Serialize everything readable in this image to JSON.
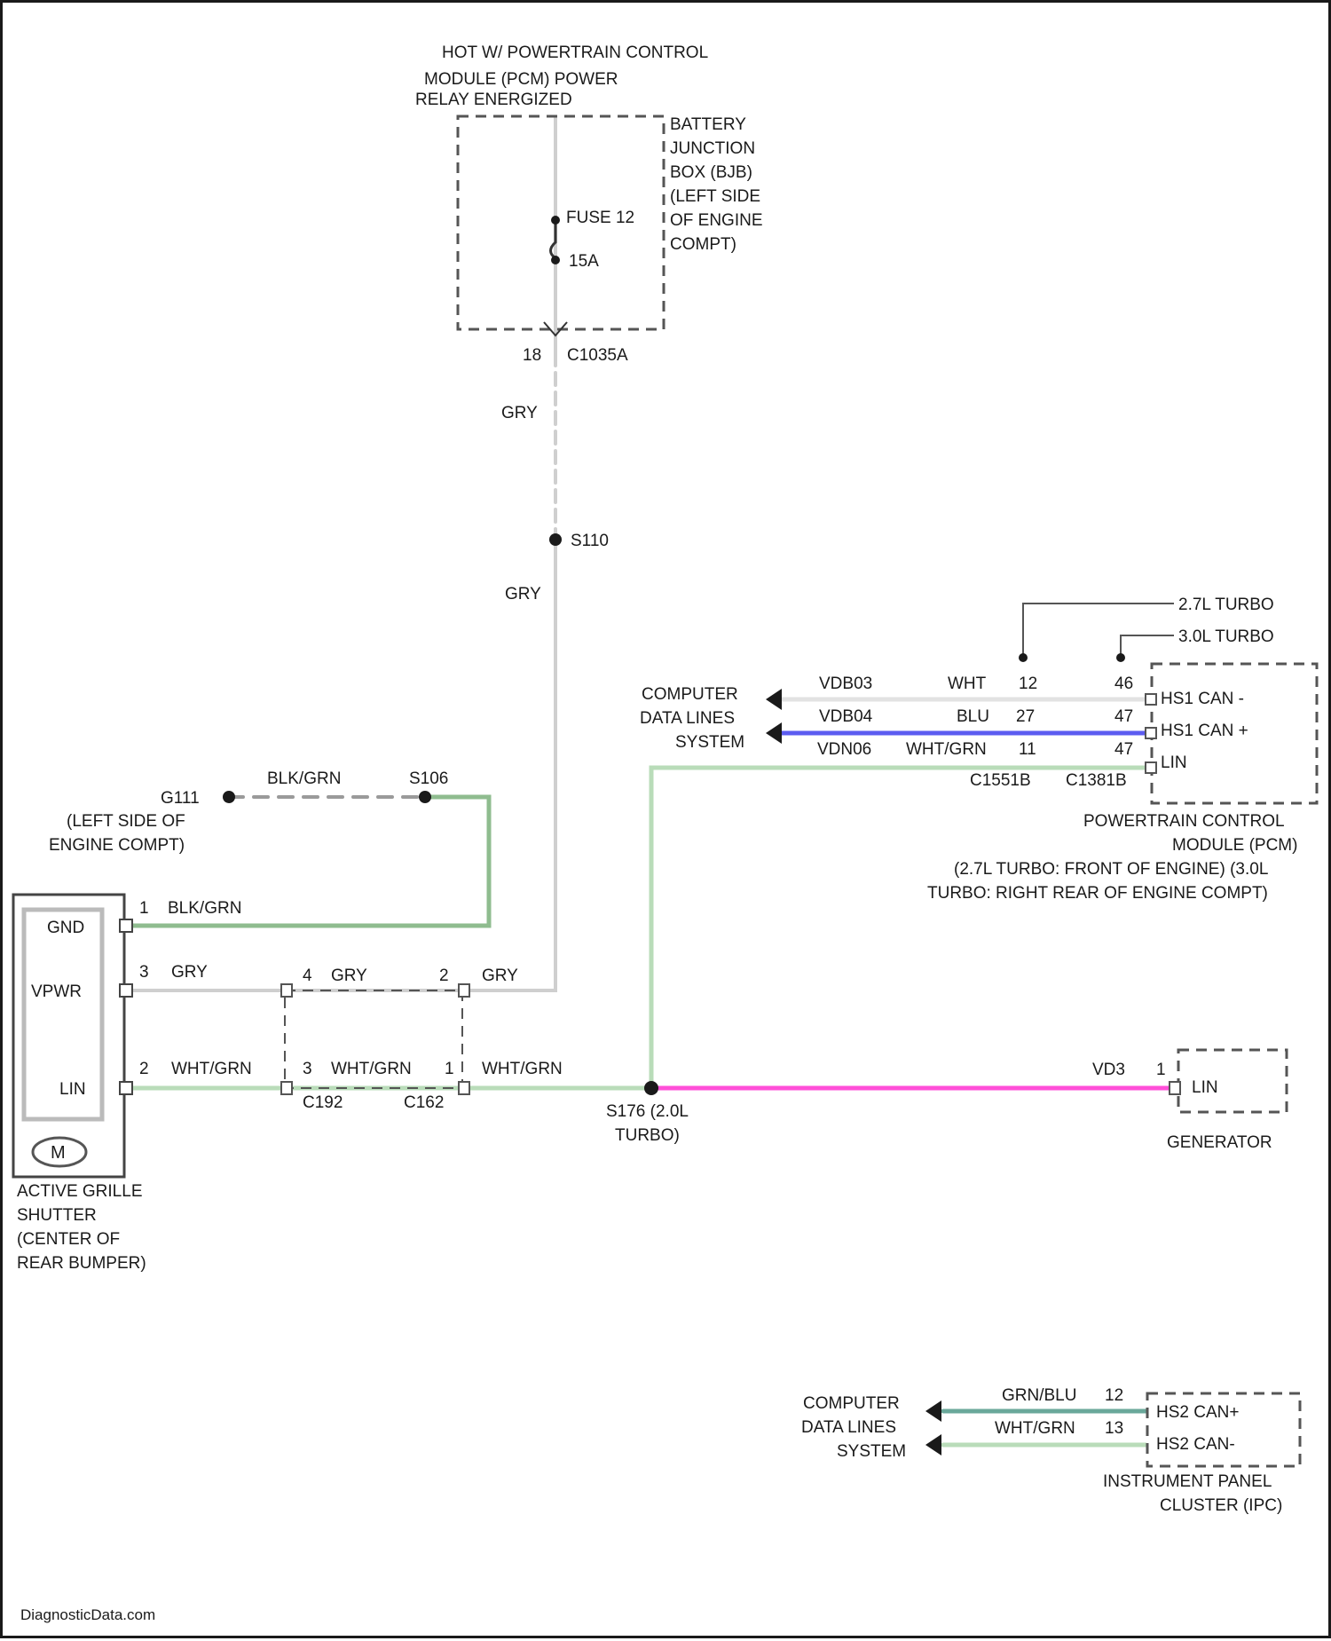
{
  "texts": {
    "hot_line1": "HOT W/ POWERTRAIN CONTROL",
    "hot_line2": "MODULE (PCM) POWER",
    "hot_line3": "RELAY ENERGIZED",
    "bjb_line1": "BATTERY",
    "bjb_line2": "JUNCTION",
    "bjb_line3": "BOX (BJB)",
    "bjb_line4": "(LEFT SIDE",
    "bjb_line5": "OF ENGINE",
    "bjb_line6": "COMPT)",
    "fuse_label": "FUSE 12",
    "fuse_rating": "15A",
    "c1035a_pin": "18",
    "c1035a": "C1035A",
    "gry_1": "GRY",
    "s110": "S110",
    "gry_2": "GRY",
    "turbo27": "2.7L TURBO",
    "turbo30": "3.0L TURBO",
    "cdl_a1": "COMPUTER",
    "cdl_a2": "DATA LINES",
    "cdl_a3": "SYSTEM",
    "vdb03": "VDB03",
    "wht": "WHT",
    "pin12a": "12",
    "pin46": "46",
    "vdb04": "VDB04",
    "blu": "BLU",
    "pin27": "27",
    "pin47a": "47",
    "vdn06": "VDN06",
    "wht_grn_pcm": "WHT/GRN",
    "pin11": "11",
    "pin47b": "47",
    "c1551b": "C1551B",
    "c1381b": "C1381B",
    "hs1_can_minus": "HS1 CAN -",
    "hs1_can_plus": "HS1 CAN +",
    "pcm_lin": "LIN",
    "pcm_line1": "POWERTRAIN CONTROL",
    "pcm_line2": "MODULE (PCM)",
    "pcm_line3": "(2.7L TURBO: FRONT OF ENGINE) (3.0L",
    "pcm_line4": "TURBO: RIGHT REAR OF ENGINE COMPT)",
    "g111": "G111",
    "blk_grn_1": "BLK/GRN",
    "s106": "S106",
    "g111_loc1": "(LEFT SIDE OF",
    "g111_loc2": "ENGINE COMPT)",
    "ags_pin1": "1",
    "blk_grn_2": "BLK/GRN",
    "ags_gnd": "GND",
    "ags_vpwr": "VPWR",
    "ags_lin": "LIN",
    "ags_pin3": "3",
    "gry_3": "GRY",
    "c192_pin4": "4",
    "gry_4": "GRY",
    "c162_pin2": "2",
    "gry_5": "GRY",
    "ags_pin2": "2",
    "wht_grn_1": "WHT/GRN",
    "c192_pin3": "3",
    "wht_grn_2": "WHT/GRN",
    "c162_pin1": "1",
    "wht_grn_3": "WHT/GRN",
    "c192": "C192",
    "c162": "C162",
    "s176_1": "S176 (2.0L",
    "s176_2": "TURBO)",
    "vd3": "VD3",
    "gen_pin": "1",
    "gen_lin": "LIN",
    "generator": "GENERATOR",
    "ags_name1": "ACTIVE GRILLE",
    "ags_name2": "SHUTTER",
    "ags_name3": "(CENTER OF",
    "ags_name4": "REAR BUMPER)",
    "cdl_b1": "COMPUTER",
    "cdl_b2": "DATA LINES",
    "cdl_b3": "SYSTEM",
    "grn_blu": "GRN/BLU",
    "ipc_pin12": "12",
    "wht_grn_ipc": "WHT/GRN",
    "ipc_pin13": "13",
    "hs2_can_plus": "HS2 CAN+",
    "hs2_can_minus": "HS2 CAN-",
    "ipc_line1": "INSTRUMENT PANEL",
    "ipc_line2": "CLUSTER (IPC)",
    "watermark": "DiagnosticData.com"
  },
  "colors": {
    "wire_gray": "#cfcfcf",
    "wire_black_green": "#8fbc8f",
    "wire_white_green": "#b9dcb9",
    "wire_blue": "#5c5cf0",
    "wire_magenta": "#ff4fd8",
    "wire_green_blue": "#6aa89a",
    "wire_white": "#e2e2e2",
    "outline": "#1a1a1a"
  },
  "icons": {
    "motor": "motor-icon",
    "arrow": "arrow-left-icon",
    "fuse": "fuse-icon"
  }
}
